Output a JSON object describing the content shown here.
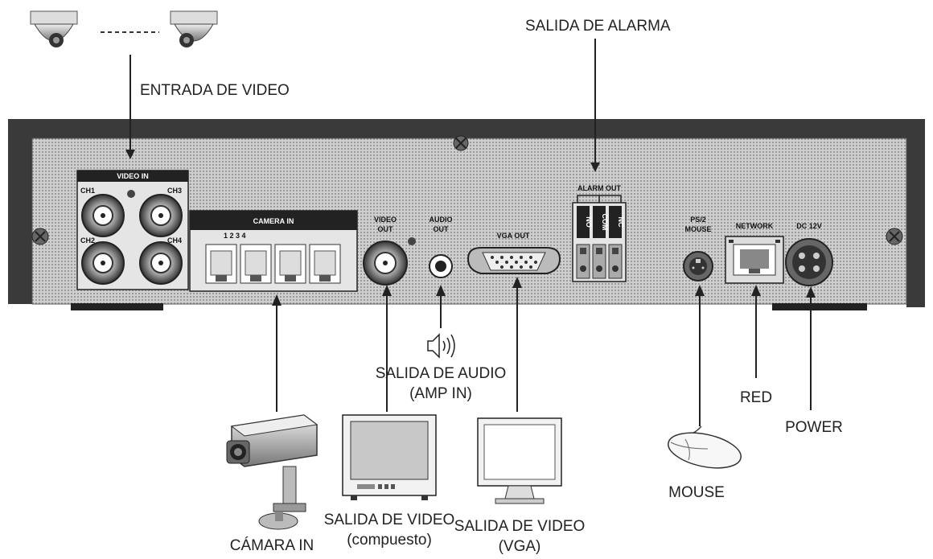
{
  "labels": {
    "entrada_video": "ENTRADA DE VIDEO",
    "salida_alarma": "SALIDA DE ALARMA",
    "salida_audio": "SALIDA DE AUDIO",
    "amp_in": "(AMP IN)",
    "red": "RED",
    "power": "POWER",
    "camara_in": "CÁMARA IN",
    "salida_video_comp": "SALIDA DE VIDEO",
    "compuesto": "(compuesto)",
    "salida_video_vga": "SALIDA DE VIDEO",
    "vga": "(VGA)",
    "mouse": "MOUSE"
  },
  "panel": {
    "video_in": "VIDEO IN",
    "ch1": "CH1",
    "ch2": "CH2",
    "ch3": "CH3",
    "ch4": "CH4",
    "camera_in": "CAMERA IN",
    "camera_ports": "1 2 3 4",
    "video_out_1": "VIDEO",
    "video_out_2": "OUT",
    "audio_out_1": "AUDIO",
    "audio_out_2": "OUT",
    "vga_out": "VGA OUT",
    "alarm_out": "ALARM OUT",
    "no": "NO",
    "com": "COM",
    "nc": "NC",
    "ps2_1": "PS/2",
    "ps2_2": "MOUSE",
    "network": "NETWORK",
    "dc12v": "DC 12V"
  },
  "colors": {
    "chassis": "#3a3a3a",
    "panel": "#d6d6d6",
    "dark": "#222222"
  }
}
